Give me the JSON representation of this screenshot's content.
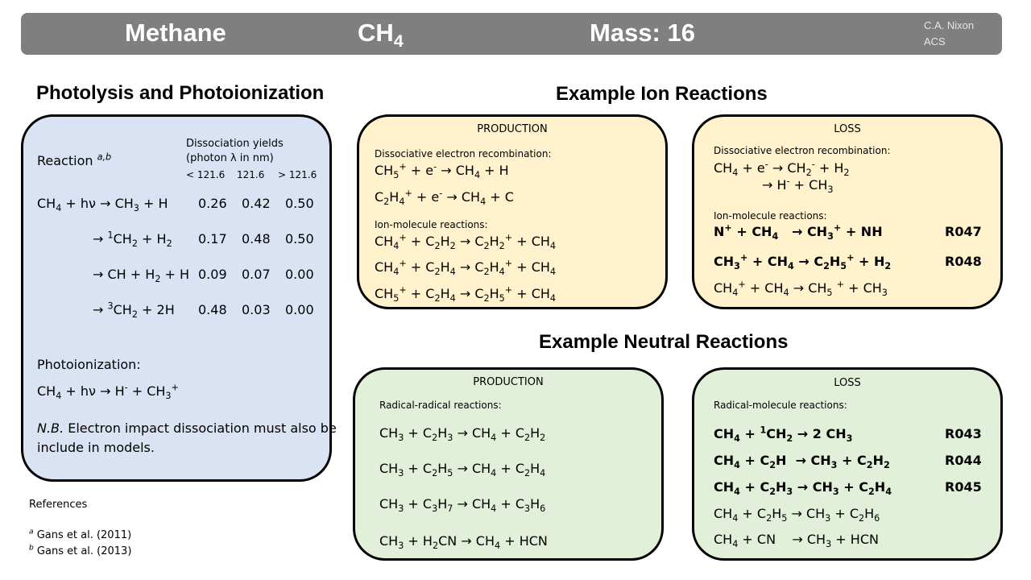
{
  "header": {
    "name": "Methane",
    "formula_main": "CH",
    "formula_sub": "4",
    "mass": "Mass: 16",
    "author_line1": "C.A. Nixon",
    "author_line2": "ACS"
  },
  "photolysis": {
    "title": "Photolysis and Photoionization",
    "reaction_label": "Reaction",
    "reaction_refs": "a,b",
    "yields_header_line1": "Dissociation yields",
    "yields_header_line2": "(photon λ in nm)",
    "col1": "< 121.6",
    "col2": "121.6",
    "col3": "> 121.6",
    "rows": [
      {
        "v1": "0.26",
        "v2": "0.42",
        "v3": "0.50"
      },
      {
        "v1": "0.17",
        "v2": "0.48",
        "v3": "0.50"
      },
      {
        "v1": "0.09",
        "v2": "0.07",
        "v3": "0.00"
      },
      {
        "v1": "0.48",
        "v2": "0.03",
        "v3": "0.00"
      }
    ],
    "photoionization_label": "Photoionization:",
    "nb_italic": "N.B.",
    "nb_text1": " Electron impact dissociation must also be",
    "nb_text2": "include in models."
  },
  "references": {
    "title": "References",
    "ref_a_mark": "a",
    "ref_a": " Gans et al. (2011)",
    "ref_b_mark": "b",
    "ref_b": " Gans et al. (2013)"
  },
  "ion": {
    "title": "Example Ion Reactions",
    "production_label": "PRODUCTION",
    "loss_label": "LOSS",
    "prod_dissoc_label": "Dissociative electron recombination:",
    "prod_ionmol_label": "Ion-molecule reactions:",
    "loss_dissoc_label": "Dissociative electron recombination:",
    "loss_ionmol_label": "Ion-molecule reactions:",
    "codes": [
      "R047",
      "R048"
    ]
  },
  "neutral": {
    "title": "Example Neutral Reactions",
    "production_label": "PRODUCTION",
    "loss_label": "LOSS",
    "prod_label": "Radical-radical reactions:",
    "loss_label2": "Radical-molecule reactions:",
    "codes": [
      "R043",
      "R044",
      "R045"
    ]
  }
}
